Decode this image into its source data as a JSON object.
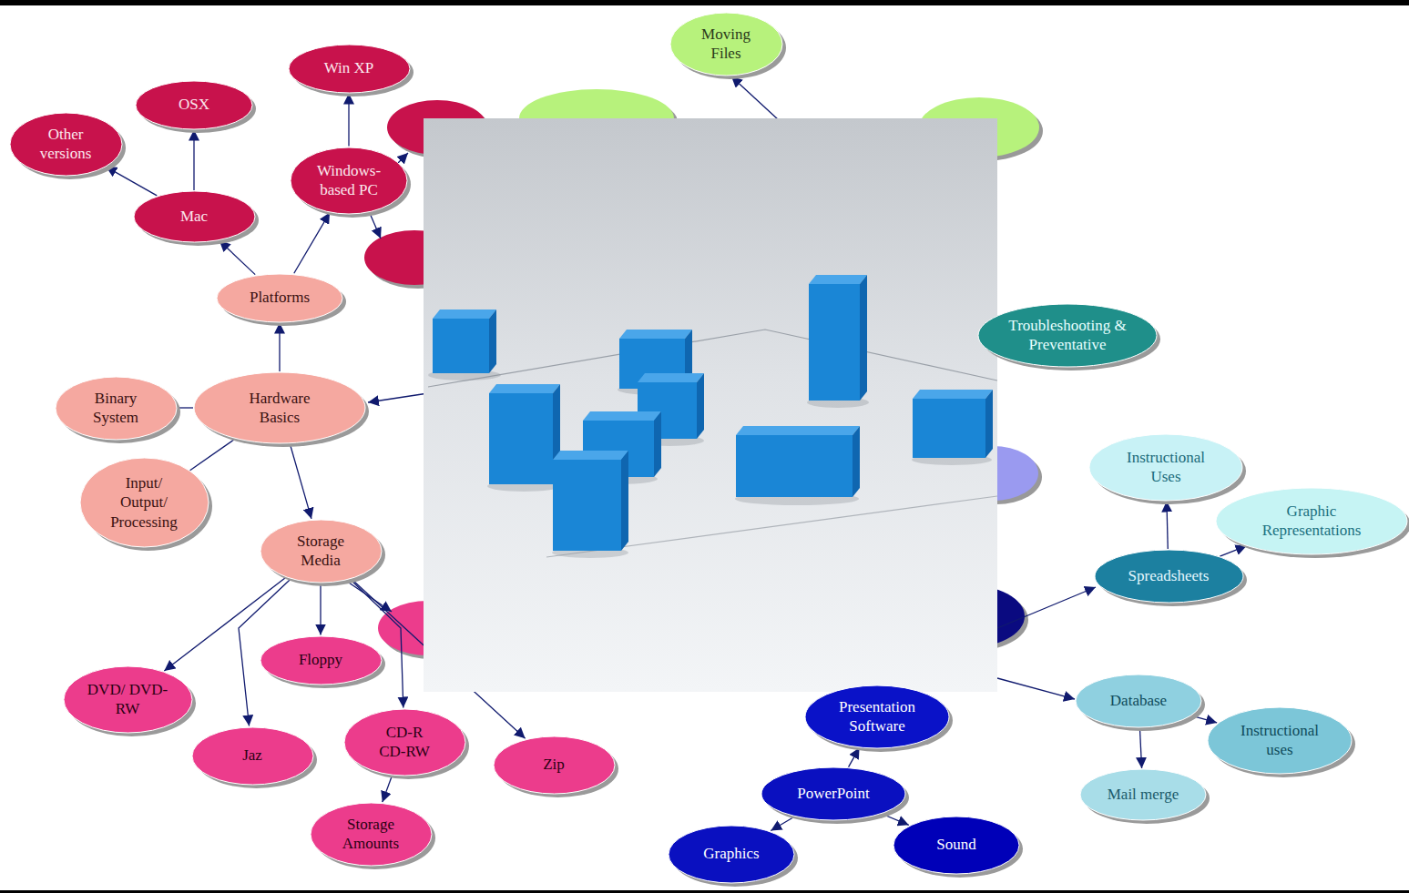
{
  "diagram": {
    "nodes": [
      {
        "text": [
          "Win XP"
        ]
      },
      {
        "text": [
          "OSX"
        ]
      },
      {
        "text": [
          "Other versions"
        ]
      },
      {
        "text": [
          "Windows- based PC"
        ]
      },
      {
        "text": [
          "Mac"
        ]
      },
      {
        "text": [
          "Moving Files"
        ]
      },
      {
        "text": [
          "Platforms"
        ]
      },
      {
        "text": [
          "Troubleshooting & Preventative"
        ]
      },
      {
        "text": [
          "Binary System"
        ]
      },
      {
        "text": [
          "Hardware Basics"
        ]
      },
      {
        "text": [
          "Instructional Uses"
        ]
      },
      {
        "text": [
          "Input/ Output/ Processing"
        ]
      },
      {
        "text": [
          "Graphic Representations"
        ]
      },
      {
        "text": [
          "Storage Media"
        ]
      },
      {
        "text": [
          "Spreadsheets"
        ]
      },
      {
        "text": [
          "Floppy"
        ]
      },
      {
        "text": [
          "DVD/ DVD-RW"
        ]
      },
      {
        "text": [
          "Database"
        ]
      },
      {
        "text": [
          "Presentation Software"
        ]
      },
      {
        "text": [
          "CD-R CD-RW"
        ]
      },
      {
        "text": [
          "Instructional uses"
        ]
      },
      {
        "text": [
          "Jaz"
        ]
      },
      {
        "text": [
          "Zip"
        ]
      },
      {
        "text": [
          "PowerPoint"
        ]
      },
      {
        "text": [
          "Mail merge"
        ]
      },
      {
        "text": [
          "Sound"
        ]
      },
      {
        "text": [
          "Storage Amounts"
        ]
      },
      {
        "text": [
          "Graphics"
        ]
      }
    ],
    "edges": [
      {
        "from": 4,
        "to": 2,
        "arrow": "to"
      },
      {
        "from": 4,
        "to": 1,
        "arrow": "to"
      },
      {
        "from": 6,
        "to": 4,
        "arrow": "to"
      },
      {
        "from": 6,
        "to": 3,
        "arrow": "to"
      },
      {
        "from": 3,
        "to": 0,
        "arrow": "to"
      },
      {
        "from": 9,
        "to": 6,
        "arrow": "to"
      },
      {
        "from": 9,
        "to": 8,
        "arrow": "none"
      },
      {
        "from": 9,
        "to": 11,
        "arrow": "none"
      },
      {
        "from": 9,
        "to": 13,
        "arrow": "to"
      },
      {
        "from": 13,
        "to": 16,
        "arrow": "to"
      },
      {
        "from": 13,
        "to": 15,
        "arrow": "to"
      },
      {
        "from": 13,
        "to": 21,
        "arrow": "to"
      },
      {
        "from": 13,
        "to": 19,
        "arrow": "to"
      },
      {
        "from": 13,
        "to": 22,
        "arrow": "to"
      },
      {
        "from": 19,
        "to": 26,
        "arrow": "to"
      },
      {
        "from": 14,
        "to": 10,
        "arrow": "to"
      },
      {
        "from": 14,
        "to": 12,
        "arrow": "to"
      },
      {
        "from": 17,
        "to": 20,
        "arrow": "to"
      },
      {
        "from": 17,
        "to": 24,
        "arrow": "to"
      },
      {
        "from": 23,
        "to": 18,
        "arrow": "to"
      },
      {
        "from": 23,
        "to": 27,
        "arrow": "to"
      },
      {
        "from": 23,
        "to": 25,
        "arrow": "to"
      }
    ]
  }
}
